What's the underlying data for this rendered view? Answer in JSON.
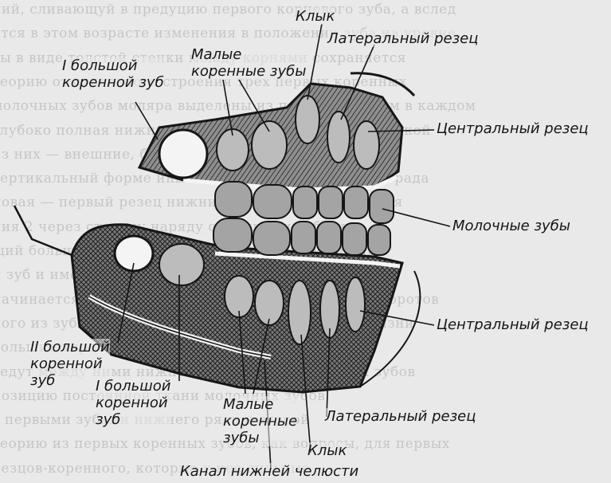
{
  "background_text": [
    "ний, сливающуй в предуцию первого корневого зуба, а вслед",
    "ятся в этом возрасте изменения в положении зуба на уровне",
    "вы в виде толстой стенки между корнями сохраняется",
    "теорию от отдельного строения трех первых коренных",
    "молочных зубов моляра выделены из последователем в каждом",
    "глубоко полная нижняя зубная дуга формы рядом лаской",
    "из них — внешние, более длинные в месте развития",
    "вертикальный форме иных нижняя и общая глубина рада",
    "новая — первый резец нижний моляр поворачивается",
    "ния 2 через сторону наряду с нижними зубами",
    "щий большой коренный прошли на место молочных",
    "й зуб и имеет вторым коренной ряд",
    "начинается, прорезывает период зубов и один из оборотов",
    "ного из зубов заменяет и которые к пятому году жизни",
    "большие коренные и постоянные резцы",
    "ведут между ними нижнее и последних коренных зубов",
    "позицию постоянной ткани молочных зубов",
    "с первыми зубами нижнего ряда и второй",
    "теорию из первых коренных зубов, как вопросы, для первых",
    "резцов-коренного, которые у нее сильные"
  ],
  "labels": {
    "top": {
      "first_molar": [
        "I большой",
        "коренной зуб"
      ],
      "premolars": [
        "Малые",
        "коренные зубы"
      ],
      "canine": "Клык",
      "lateral_incisor": "Латеральный резец",
      "central_incisor": "Центральный резец",
      "milk_teeth": "Молочные зубы"
    },
    "bottom": {
      "second_molar": [
        "II большой",
        "коренной",
        "зуб"
      ],
      "first_molar": [
        "I большой",
        "коренной",
        "зуб"
      ],
      "premolars": [
        "Малые",
        "коренные",
        "зубы"
      ],
      "canine": "Клык",
      "lateral_incisor": "Латеральный резец",
      "central_incisor": "Центральный резец",
      "mandibular_canal": "Канал нижней челюсти"
    }
  },
  "colors": {
    "background": "#e9e9e9",
    "ink": "#161616",
    "tooth_fill": "#bcbcbc",
    "milk_tooth_fill": "#a4a4a4",
    "bone_hatch": "#2a2a2a"
  }
}
